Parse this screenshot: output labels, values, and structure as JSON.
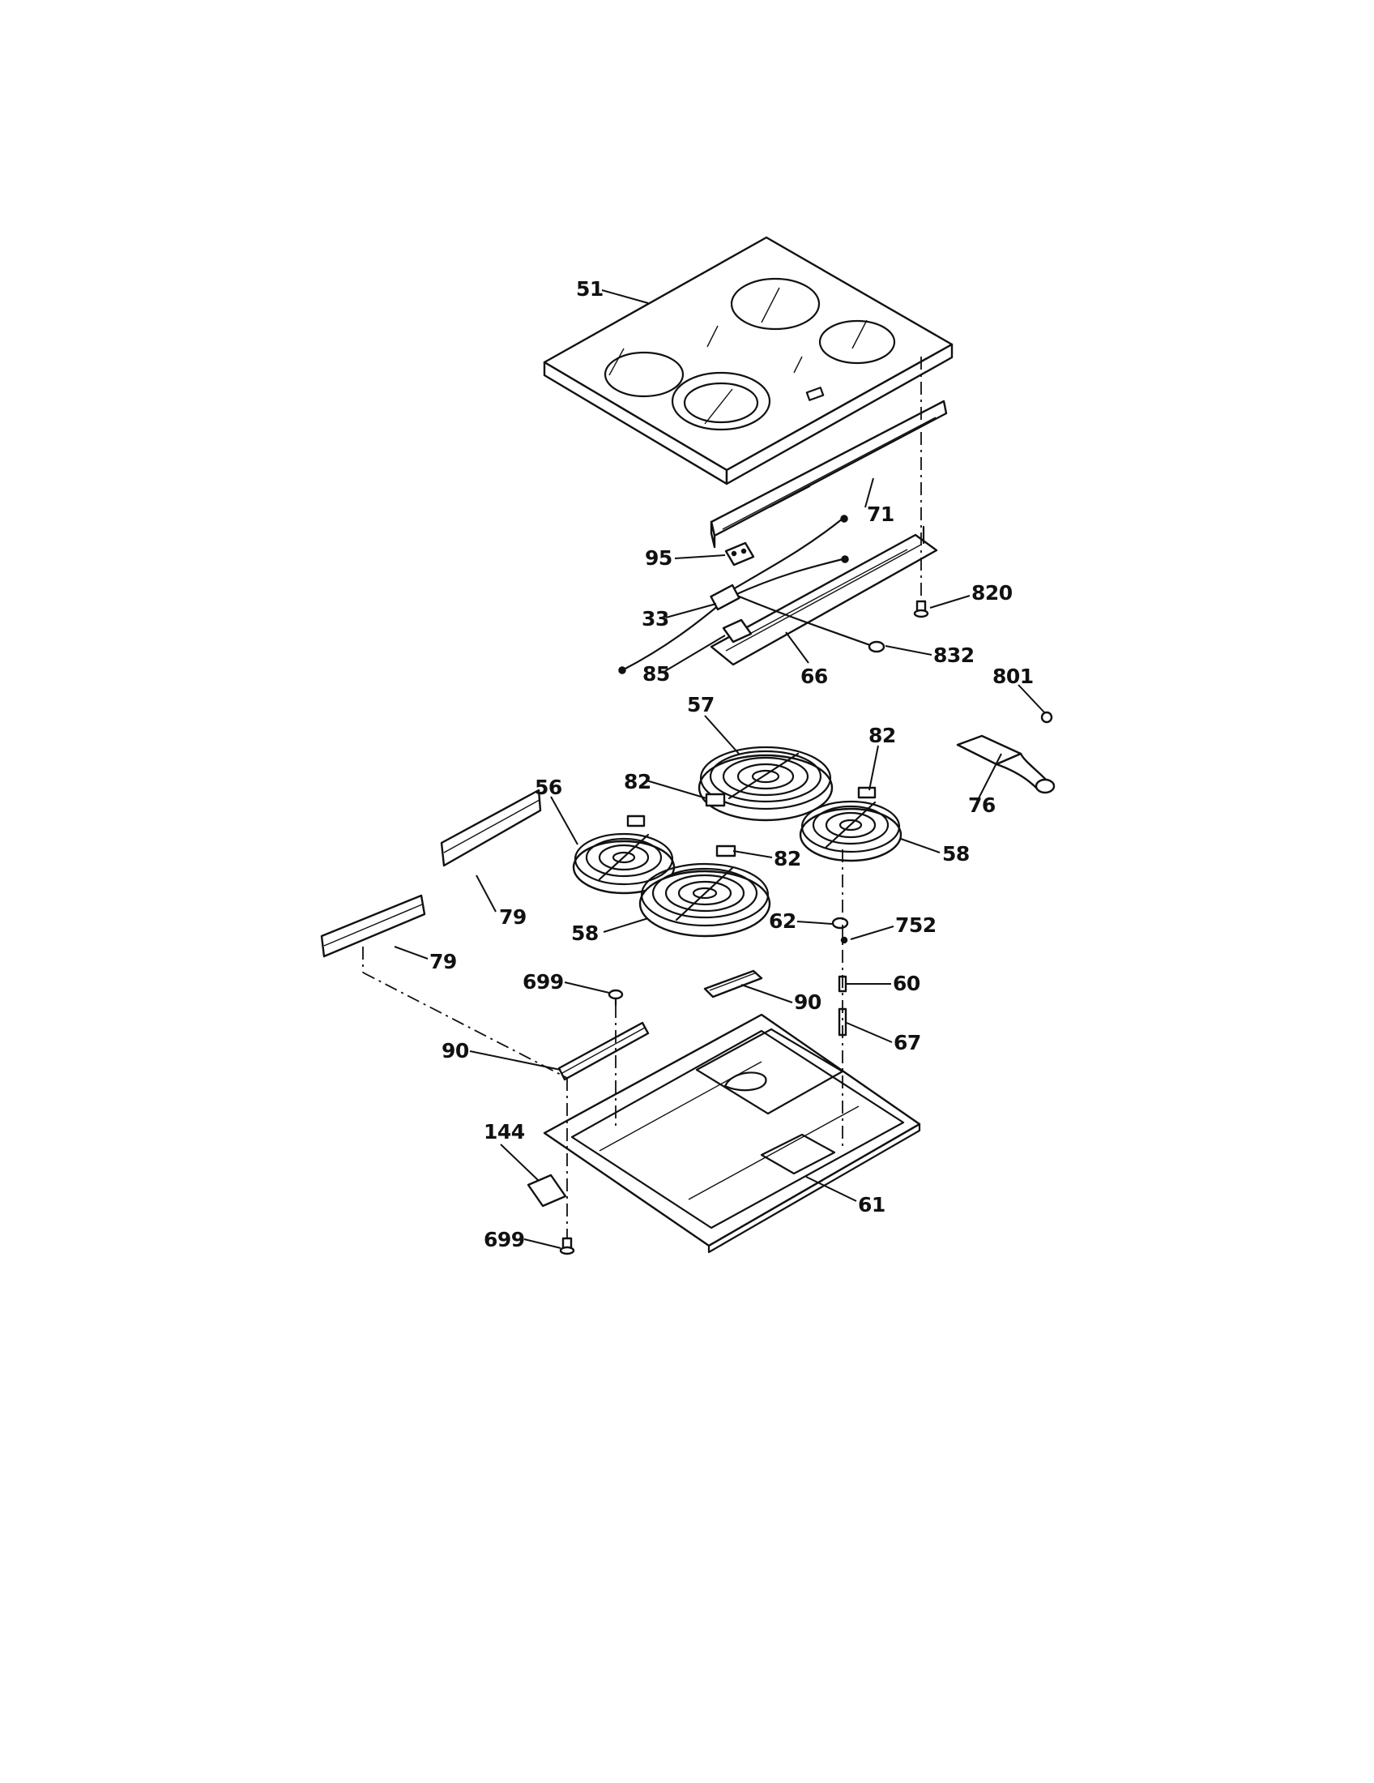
{
  "callouts": [
    {
      "id": "c51",
      "text": "51"
    },
    {
      "id": "c71",
      "text": "71"
    },
    {
      "id": "c95",
      "text": "95"
    },
    {
      "id": "c820",
      "text": "820"
    },
    {
      "id": "c33",
      "text": "33"
    },
    {
      "id": "c832",
      "text": "832"
    },
    {
      "id": "c85",
      "text": "85"
    },
    {
      "id": "c66",
      "text": "66"
    },
    {
      "id": "c801",
      "text": "801"
    },
    {
      "id": "c57",
      "text": "57"
    },
    {
      "id": "c82a",
      "text": "82"
    },
    {
      "id": "c82b",
      "text": "82"
    },
    {
      "id": "c56",
      "text": "56"
    },
    {
      "id": "c76",
      "text": "76"
    },
    {
      "id": "c82c",
      "text": "82"
    },
    {
      "id": "c58a",
      "text": "58"
    },
    {
      "id": "c79a",
      "text": "79"
    },
    {
      "id": "c58b",
      "text": "58"
    },
    {
      "id": "c62",
      "text": "62"
    },
    {
      "id": "c752",
      "text": "752"
    },
    {
      "id": "c79b",
      "text": "79"
    },
    {
      "id": "c699a",
      "text": "699"
    },
    {
      "id": "c90a",
      "text": "90"
    },
    {
      "id": "c60",
      "text": "60"
    },
    {
      "id": "c67",
      "text": "67"
    },
    {
      "id": "c90b",
      "text": "90"
    },
    {
      "id": "c144",
      "text": "144"
    },
    {
      "id": "c61",
      "text": "61"
    },
    {
      "id": "c699b",
      "text": "699"
    }
  ]
}
